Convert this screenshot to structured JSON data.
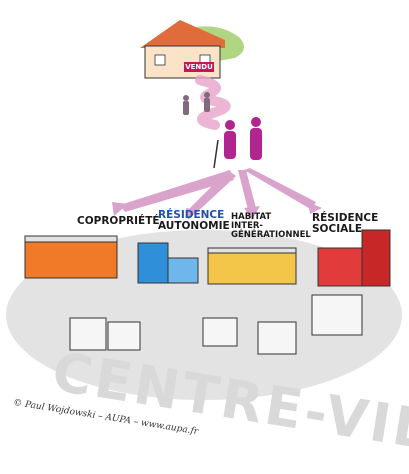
{
  "sold_sign": "VENDU",
  "labels": {
    "copropriete": "COPROPRIÉTÉ",
    "residence_autonomie": [
      "RÉSIDENCE",
      "AUTONOMIE"
    ],
    "habitat": [
      "HABITAT",
      "INTER-",
      "GÉNÉRATIONNEL"
    ],
    "residence_sociale": [
      "RÉSIDENCE",
      "SOCIALE"
    ]
  },
  "centre_ville": "CENTRE-VILLE",
  "credit": "© Paul Wojdowski – AUPA – www.aupa.fr",
  "colors": {
    "magenta": "#b0258e",
    "pink_path": "#e6a3c8",
    "orange": "#f07a28",
    "red": "#e23b3b",
    "blue": "#2f8fd8",
    "yellow": "#f3c548",
    "grey_ground": "#e3e3e3"
  }
}
